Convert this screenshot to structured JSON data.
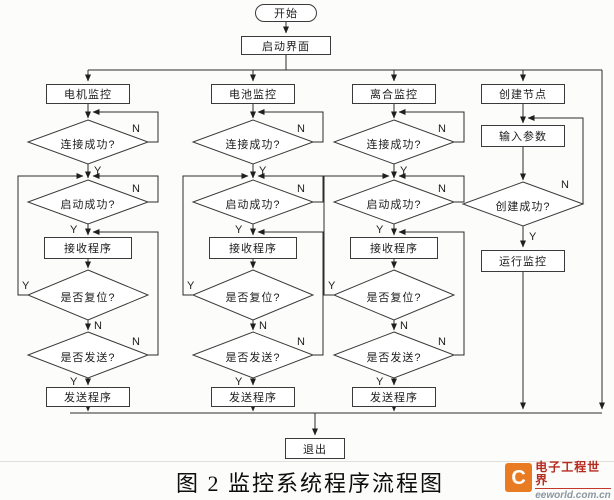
{
  "figure": {
    "start": "开始",
    "launch": "启动界面",
    "exit": "退出",
    "caption": "图 2 监控系统程序流程图",
    "branch_labels": {
      "yes": "Y",
      "no": "N"
    },
    "columns": [
      {
        "header": "电机监控",
        "connect": "连接成功?",
        "boot": "启动成功?",
        "receive": "接收程序",
        "reset": "是否复位?",
        "send_q": "是否发送?",
        "send": "发送程序"
      },
      {
        "header": "电池监控",
        "connect": "连接成功?",
        "boot": "启动成功?",
        "receive": "接收程序",
        "reset": "是否复位?",
        "send_q": "是否发送?",
        "send": "发送程序"
      },
      {
        "header": "离合监控",
        "connect": "连接成功?",
        "boot": "启动成功?",
        "receive": "接收程序",
        "reset": "是否复位?",
        "send_q": "是否发送?",
        "send": "发送程序"
      }
    ],
    "node_column": {
      "header": "创建节点",
      "input": "输入参数",
      "created": "创建成功?",
      "run": "运行监控"
    }
  },
  "logo": {
    "mark": "C",
    "site": "电子工程世界",
    "domain": "eeworld.com.cn"
  },
  "colors": {
    "line": "#2b2b2b",
    "box_border": "#3a3a3a",
    "logo_orange": "#e97b22",
    "logo_red": "#b52b20",
    "logo_gray": "#8b97a3"
  }
}
